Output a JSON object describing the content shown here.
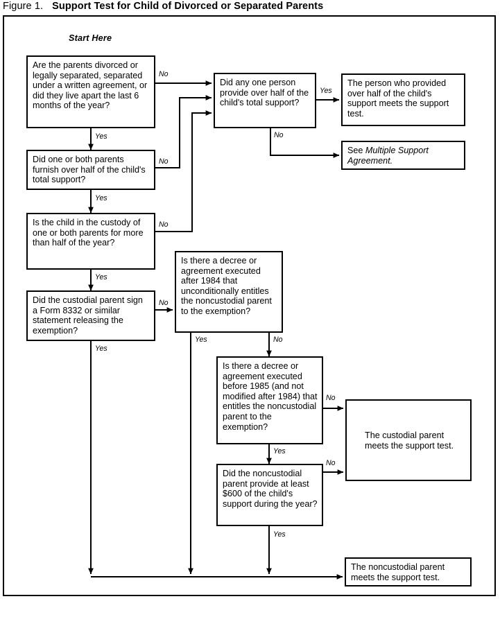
{
  "figure": {
    "number": "Figure 1.",
    "title": "Support Test for Child of Divorced or Separated Parents"
  },
  "start_label": "Start Here",
  "nodes": {
    "q1": "Are the parents divorced or legally separated, separated under a written agreement, or did they live apart the last 6 months of the year?",
    "q2": "Did one or both parents furnish over half of the child's total support?",
    "q3": "Is the child in the custody of one or both parents for more than half of the year?",
    "q4": "Did the custodial parent sign a Form 8332 or similar statement releasing the exemption?",
    "q5": "Did any one person provide over half of the child's total support?",
    "q6": "Is there a decree or agreement executed after 1984 that unconditionally entitles the noncustodial parent to the exemption?",
    "q7": "Is there a decree or agreement executed before 1985 (and not modified after 1984) that entitles the noncustodial parent to the exemption?",
    "q8": "Did the noncustodial parent provide at least $600 of the child's support during the year?",
    "r1": "The person who provided over half of the child's support meets the support test.",
    "r2_prefix": "See ",
    "r2_italic": "Multiple Support Agreement.",
    "r3": "The custodial parent meets the support test.",
    "r4": "The noncustodial parent meets the support test."
  },
  "edge_labels": {
    "q1_no": "No",
    "q1_yes": "Yes",
    "q2_no": "No",
    "q2_yes": "Yes",
    "q3_no": "No",
    "q3_yes": "Yes",
    "q4_no": "No",
    "q4_yes": "Yes",
    "q5_yes": "Yes",
    "q5_no": "No",
    "q6_yes": "Yes",
    "q6_no": "No",
    "q7_no": "No",
    "q7_yes": "Yes",
    "q8_no": "No",
    "q8_yes": "Yes"
  },
  "colors": {
    "ink": "#000000",
    "paper": "#ffffff"
  }
}
